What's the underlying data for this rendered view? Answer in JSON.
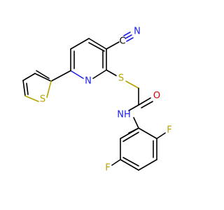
{
  "molecule": {
    "atom_labels": {
      "nitrile_c": "C",
      "nitrile_n": "N",
      "pyridine_n": "N",
      "thiophene_s": "S",
      "thioether_s": "S",
      "carbonyl_o": "O",
      "amide_nh": "NH",
      "fluorine_top": "F",
      "fluorine_bottom": "F"
    },
    "colors": {
      "carbon": "#000000",
      "nitrogen": "#1e22e6",
      "sulfur": "#b8a200",
      "oxygen": "#e00000",
      "fluorine": "#b8a200"
    }
  }
}
